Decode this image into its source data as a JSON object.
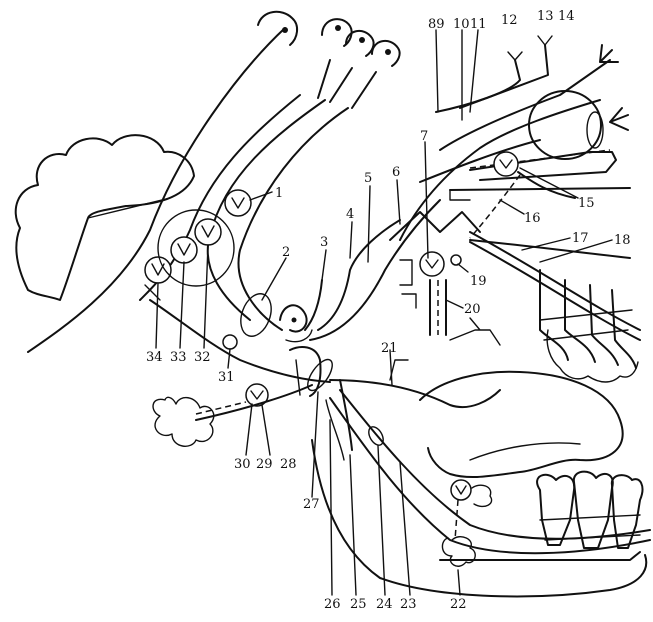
{
  "labels": {
    "l1": "1",
    "l2": "2",
    "l3": "3",
    "l4": "4",
    "l5": "5",
    "l6": "6",
    "l7": "7",
    "l89": "89",
    "l10": "10",
    "l11": "11",
    "l12": "12",
    "l13": "13",
    "l14": "14",
    "l15": "15",
    "l16": "16",
    "l17": "17",
    "l18": "18",
    "l19": "19",
    "l20": "20",
    "l21": "21",
    "l22": "22",
    "l23": "23",
    "l24": "24",
    "l25": "25",
    "l26": "26",
    "l27": "27",
    "l28": "28",
    "l29": "29",
    "l30": "30",
    "l31": "31",
    "l32": "32",
    "l33": "33",
    "l34": "34"
  }
}
